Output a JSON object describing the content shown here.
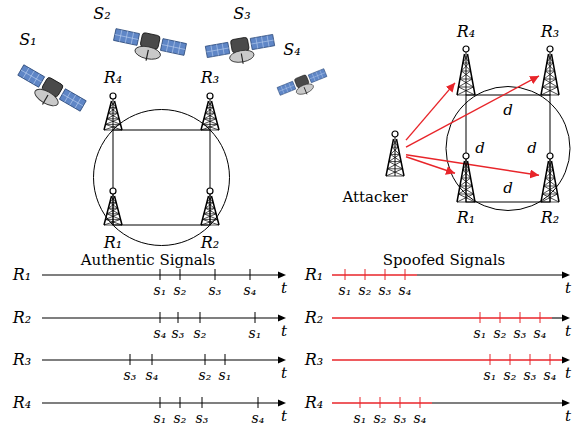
{
  "diagram": {
    "nodes": [
      {
        "text": [
          "R₄"
        ]
      },
      {
        "text": [
          "R₃"
        ]
      },
      {
        "text": [
          "Attacker"
        ]
      },
      {
        "text": [
          "R₁"
        ]
      },
      {
        "text": [
          "R₂"
        ]
      }
    ],
    "edges": [
      {
        "from": 2,
        "to": 0,
        "arrow": "to"
      },
      {
        "from": 2,
        "to": 1,
        "arrow": "to"
      },
      {
        "from": 2,
        "to": 3,
        "arrow": "to"
      },
      {
        "from": 2,
        "to": 4,
        "arrow": "to"
      }
    ],
    "labels": [
      "S₁",
      "S₂",
      "S₃",
      "S₄",
      "R₄",
      "R₃",
      "R₁",
      "R₂",
      "d",
      "d",
      "d",
      "d",
      "Authentic Signals",
      "Spoofed Signals",
      "R₁",
      "s₁",
      "s₂",
      "s₃",
      "s₄",
      "t",
      "R₂",
      "s₄",
      "s₃",
      "s₂",
      "s₁",
      "t",
      "R₃",
      "s₃",
      "s₄",
      "s₂",
      "s₁",
      "t",
      "R₄",
      "s₁",
      "s₂",
      "s₃",
      "s₄",
      "t",
      "R₁",
      "s₁",
      "s₂",
      "s₃",
      "s₄",
      "t",
      "R₂",
      "s₁",
      "s₂",
      "s₃",
      "s₄",
      "t",
      "R₃",
      "s₁",
      "s₂",
      "s₃",
      "s₄",
      "t",
      "R₄",
      "s₁",
      "s₂",
      "s₃",
      "s₄",
      "t"
    ]
  }
}
